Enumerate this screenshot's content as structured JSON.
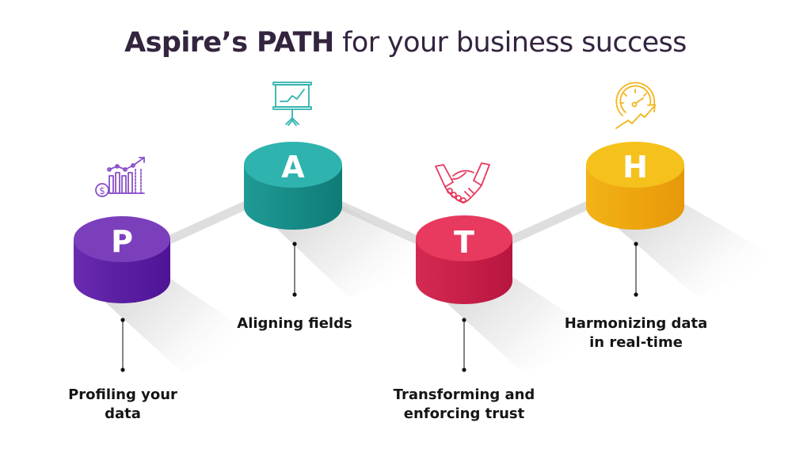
{
  "title": {
    "bold_part": "Aspire’s PATH",
    "regular_part": " for your business success",
    "color": "#33243f"
  },
  "steps": [
    {
      "letter": "P",
      "label_line1": "Profiling your",
      "label_line2": "data",
      "icon": "financial-growth-chart-icon",
      "color_top": "#7b3fbc",
      "color_side": "#5e1fa6"
    },
    {
      "letter": "A",
      "label_line1": "Aligning fields",
      "label_line2": "",
      "icon": "presentation-board-icon",
      "color_top": "#2fb3ae",
      "color_side": "#168c87"
    },
    {
      "letter": "T",
      "label_line1": "Transforming and",
      "label_line2": "enforcing trust",
      "icon": "handshake-icon",
      "color_top": "#e8395e",
      "color_side": "#c51f48"
    },
    {
      "letter": "H",
      "label_line1": "Harmonizing data",
      "label_line2": "in real-time",
      "icon": "speedometer-growth-icon",
      "color_top": "#f5c11c",
      "color_side": "#eea50f"
    }
  ],
  "connector_color": "#dddddd",
  "label_text_color": "#151515"
}
